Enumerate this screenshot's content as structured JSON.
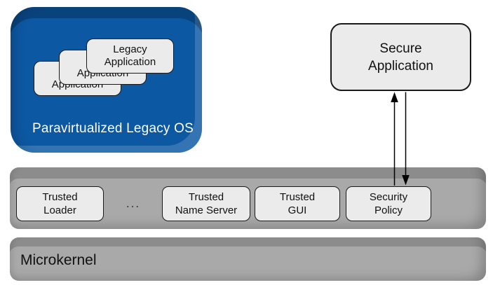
{
  "colors": {
    "legacy_os_blue": "#0d58a3",
    "bar_gray": "#a9a9a9",
    "box_fill": "#ebebeb",
    "box_border": "#1a1a1a",
    "arrow": "#000000",
    "os_label_text": "#ffffff"
  },
  "legacy_os": {
    "label": "Paravirtualized Legacy OS",
    "stacked_apps": [
      "Legacy\nApplication",
      "Legacy\nApplication",
      "Legacy\nApplication"
    ]
  },
  "secure_application": {
    "label": "Secure\nApplication"
  },
  "trusted_layer": {
    "items": [
      {
        "label": "Trusted\nLoader"
      },
      {
        "label": "..."
      },
      {
        "label": "Trusted\nName Server"
      },
      {
        "label": "Trusted\nGUI"
      },
      {
        "label": "Security\nPolicy"
      }
    ]
  },
  "microkernel": {
    "label": "Microkernel"
  }
}
